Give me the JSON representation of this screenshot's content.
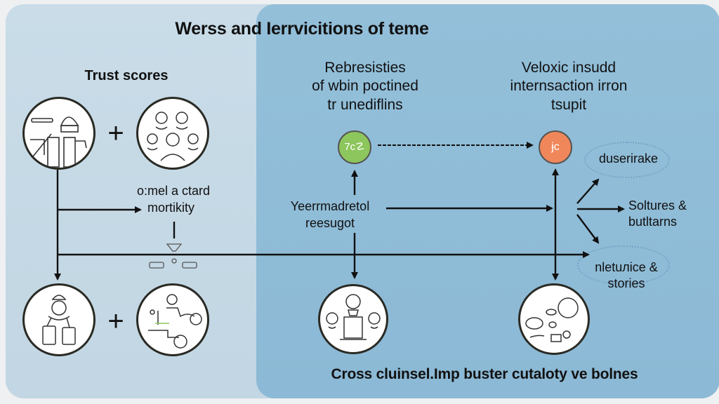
{
  "title": "Werss and Ierrvicitions of teme",
  "colors": {
    "outer_panel": "#c5d9e6",
    "inner_panel": "#8fbbd6",
    "green_node": "#8dc65c",
    "orange_node": "#f0875a",
    "line": "#111111"
  },
  "left_section": {
    "heading": "Trust scores",
    "top_icons": [
      "buildings-icon",
      "people-group-icon"
    ],
    "bottom_icons": [
      "person-with-bags-icon",
      "people-activity-icon"
    ],
    "plus_top": "+",
    "plus_bottom": "+",
    "middle_label_line1": "o:mel a ctard",
    "middle_label_line2": "mortikity"
  },
  "center_section": {
    "heading_line1": "Rebresisties",
    "heading_line2": "of wbin poctined",
    "heading_line3": "tr unediflins",
    "node_glyph": "7c☡",
    "middle_label_line1": "Yeerrmadretol",
    "middle_label_line2": "reesugot",
    "bottom_icon": "people-monument-icon"
  },
  "right_section": {
    "heading_line1": "Veloxic insudd",
    "heading_line2": "internsaction irron",
    "heading_line3": "tsupit",
    "node_glyph": "ɉc",
    "bottom_icon": "bubbles-objects-icon",
    "outputs": [
      {
        "line1": "duserirake",
        "line2": ""
      },
      {
        "line1": "Soltures &",
        "line2": "butltarns"
      },
      {
        "line1": "nletuлice &",
        "line2": "stories"
      }
    ]
  },
  "footer": "Cross cluinsel.Imp buster cutaloty ve bolnes"
}
